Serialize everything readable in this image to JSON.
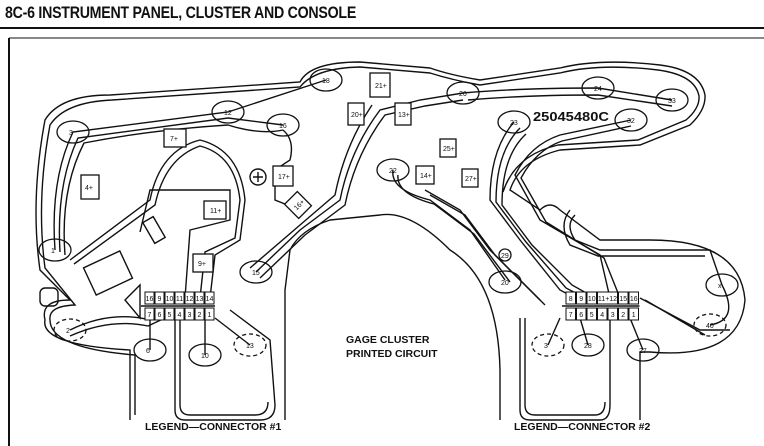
{
  "header": {
    "title": "8C-6  INSTRUMENT PANEL, CLUSTER AND CONSOLE"
  },
  "diagram": {
    "part_number": "25045480C",
    "center_label_line1": "GAGE CLUSTER",
    "center_label_line2": "PRINTED CIRCUIT",
    "legend_connector_1": "LEGEND—CONNECTOR #1",
    "legend_connector_2": "LEGEND—CONNECTOR #2",
    "connector_1": {
      "top_pins": [
        "16",
        "9",
        "10",
        "11",
        "12",
        "13",
        "14"
      ],
      "bottom_pins": [
        "7",
        "6",
        "5",
        "4",
        "3",
        "2",
        "1"
      ]
    },
    "connector_2": {
      "top_pins": [
        "8",
        "9",
        "10",
        "11+12",
        "15",
        "16"
      ],
      "bottom_pins": [
        "7",
        "6",
        "5",
        "4",
        "3",
        "2",
        "1"
      ]
    },
    "pads": [
      "3",
      "1",
      "12",
      "18",
      "16",
      "15",
      "26",
      "24",
      "33",
      "32",
      "23",
      "22",
      "29",
      "20",
      "x",
      "2",
      "6",
      "10",
      "13",
      "3",
      "28",
      "27",
      "40"
    ],
    "lamps": [
      "7",
      "4",
      "11",
      "17",
      "16",
      "9",
      "21",
      "20",
      "13",
      "25",
      "14",
      "27"
    ]
  }
}
